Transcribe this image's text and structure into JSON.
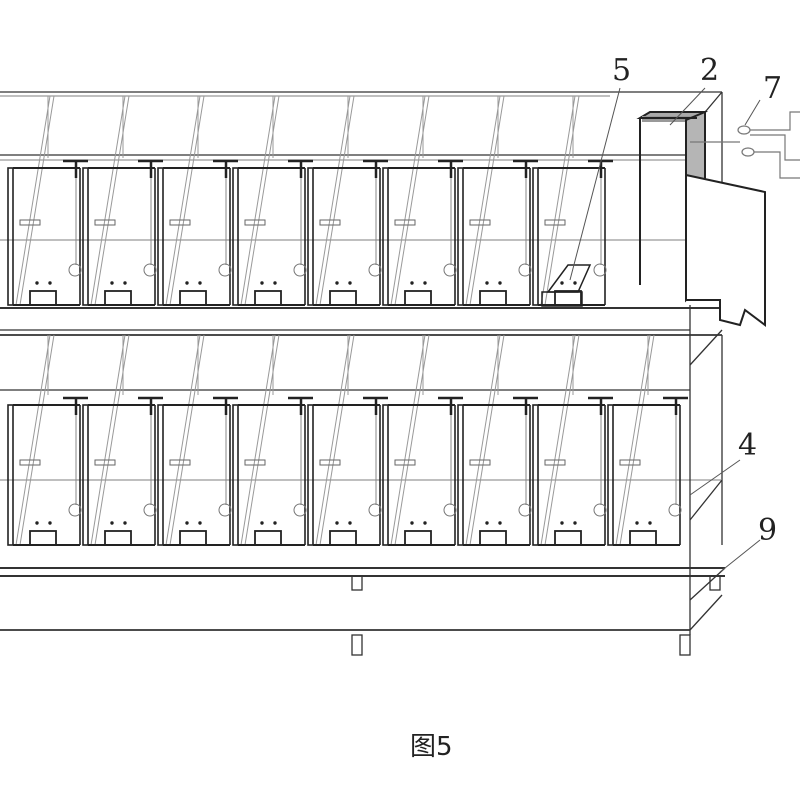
{
  "figure": {
    "caption": "图5",
    "labels": [
      {
        "id": "label-5",
        "text": "5"
      },
      {
        "id": "label-2",
        "text": "2"
      },
      {
        "id": "label-7",
        "text": "7"
      },
      {
        "id": "label-4",
        "text": "4"
      },
      {
        "id": "label-9",
        "text": "9"
      }
    ],
    "upper_cage_count": 8,
    "lower_cage_count": 9,
    "colors": {
      "line": "#222222",
      "light": "#888888",
      "hatch": "#9a9a9a"
    }
  }
}
